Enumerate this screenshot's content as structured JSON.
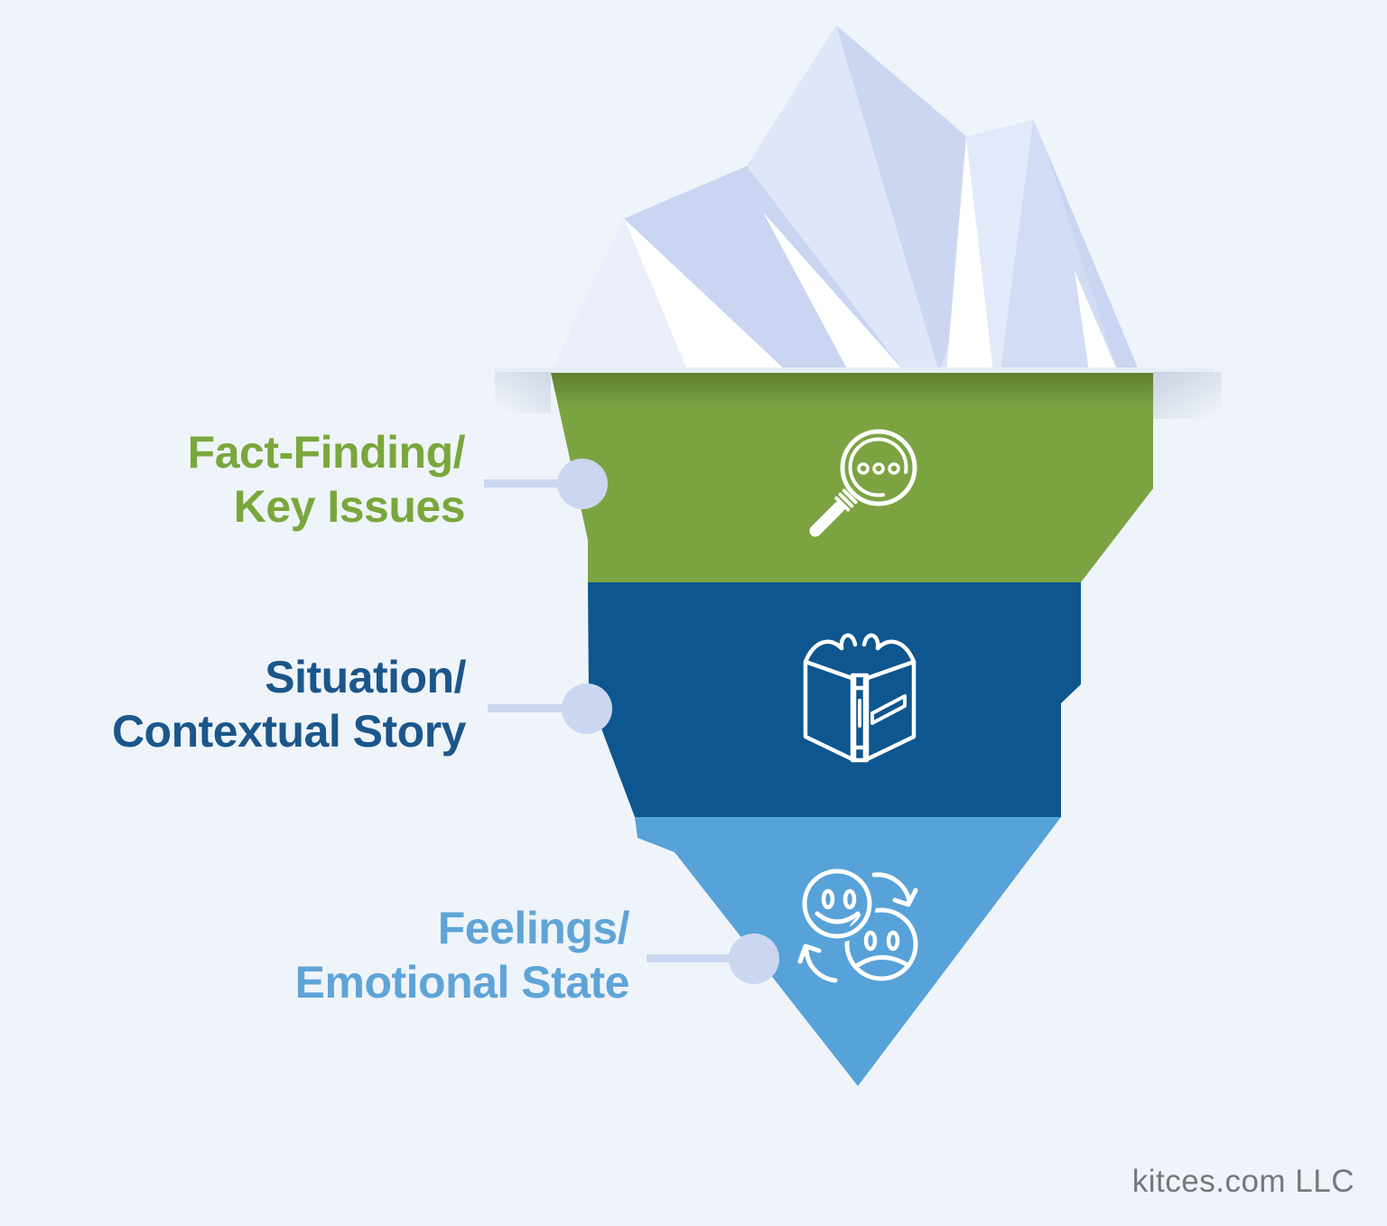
{
  "attribution": {
    "text": "kitces.com LLC",
    "color": "#74787D"
  },
  "iceberg": {
    "background": "#EFF4FA",
    "accent_color": "#CBD7F0",
    "waterline_color": "#E8EDF7",
    "icon_stroke": "#FFFFFF",
    "above_water_base": "#DBE3F6",
    "layers": [
      {
        "id": "fact-finding",
        "label_line1": "Fact-Finding/",
        "label_line2": "Key Issues",
        "band_color": "#7CA342",
        "text_color": "#7AA73C",
        "icon": "magnifier-dots-icon"
      },
      {
        "id": "situation",
        "label_line1": "Situation/",
        "label_line2": "Contextual Story",
        "band_color": "#0E568F",
        "text_color": "#1B568B",
        "icon": "open-book-icon"
      },
      {
        "id": "feelings",
        "label_line1": "Feelings/",
        "label_line2": "Emotional State",
        "band_color": "#57A2D8",
        "text_color": "#5FA4D7",
        "icon": "faces-swap-icon"
      }
    ]
  }
}
